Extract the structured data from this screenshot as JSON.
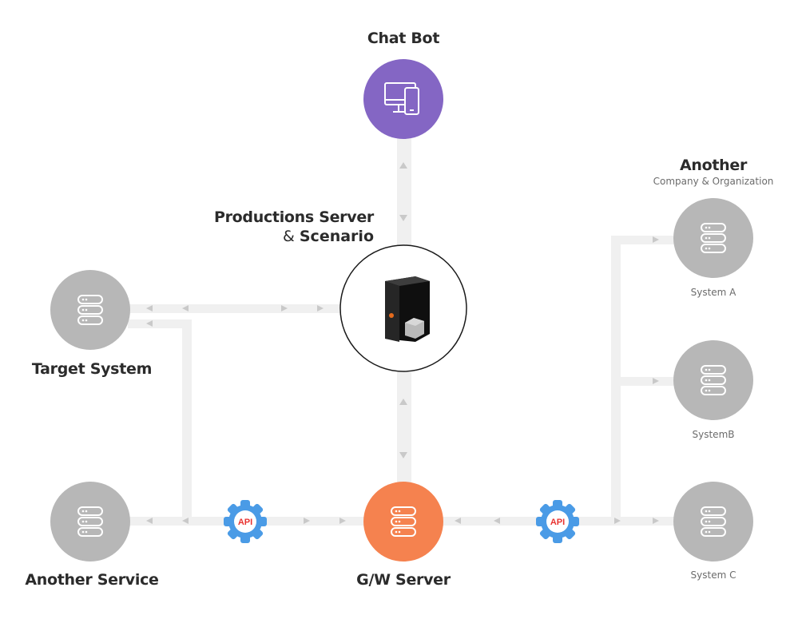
{
  "nodes": {
    "chat_bot": {
      "label": "Chat Bot"
    },
    "production_server": {
      "label_line1": "Productions Server",
      "label_line2_prefix": "& ",
      "label_line2_bold": "Scenario"
    },
    "target_system": {
      "label": "Target System"
    },
    "another_service": {
      "label": "Another Service"
    },
    "gw_server": {
      "label": "G/W Server"
    },
    "another_company": {
      "title": "Another",
      "subtitle": "Company & Organization"
    },
    "system_a": {
      "label": "System A"
    },
    "system_b": {
      "label": "SystemB"
    },
    "system_c": {
      "label": "System C"
    }
  },
  "api_badges": [
    {
      "text": "API"
    },
    {
      "text": "API"
    }
  ],
  "colors": {
    "chat_bot": "#8466c4",
    "gw_server": "#f5824f",
    "system_node": "#b7b7b7",
    "connector": "#f0f0f0",
    "arrow": "#c9c9c9",
    "api_gear": "#4a9be6",
    "api_text": "#e8322f"
  }
}
